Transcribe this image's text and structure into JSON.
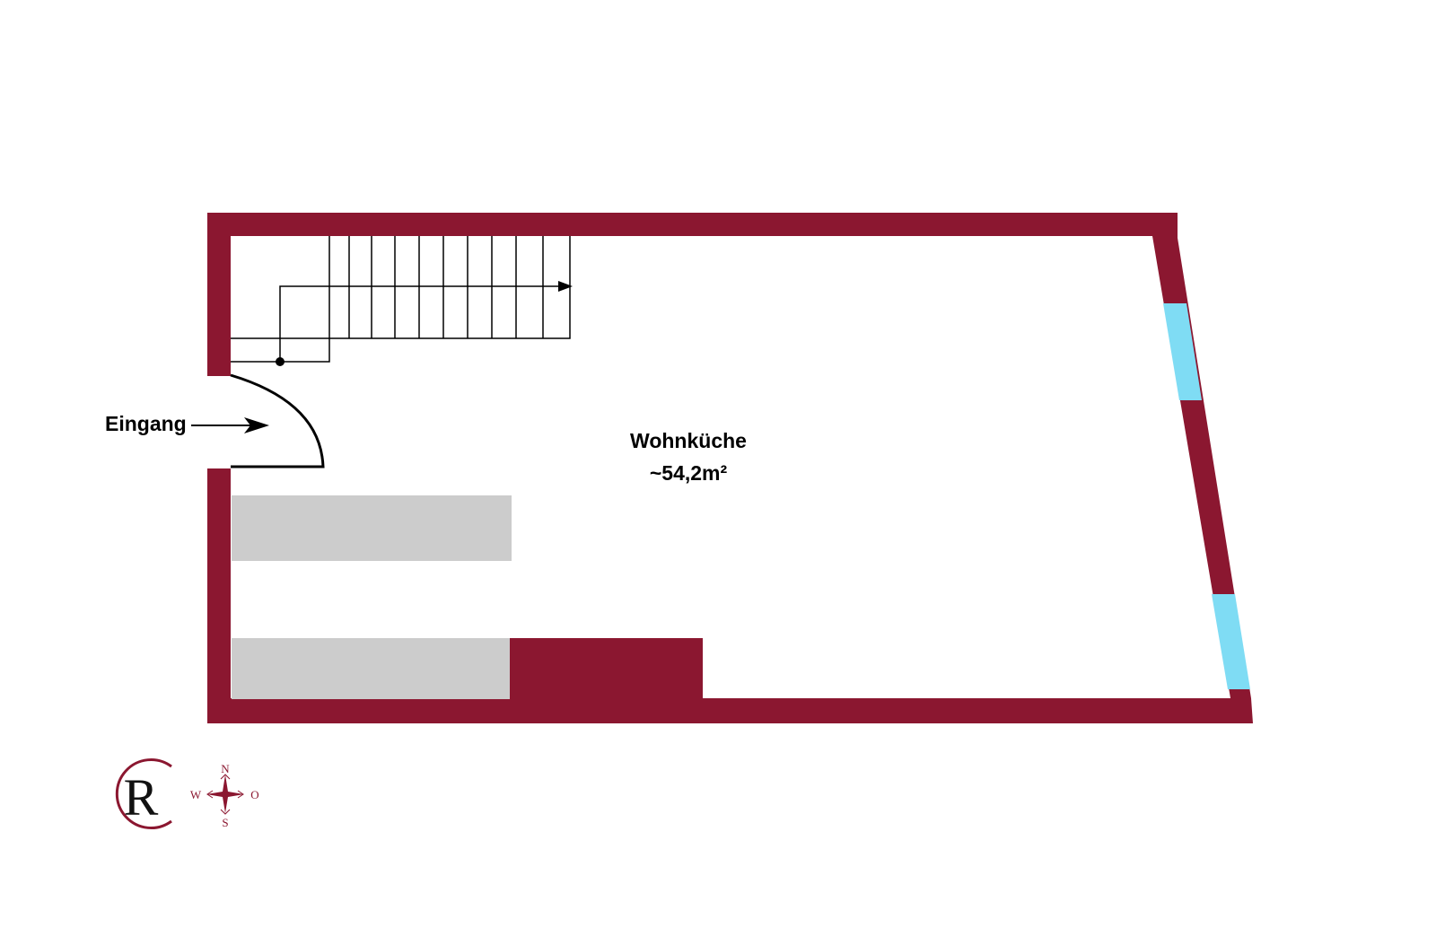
{
  "room": {
    "name": "Wohnküche",
    "area": "~54,2m²"
  },
  "entrance": {
    "label": "Eingang"
  },
  "logo": {
    "letter": "R"
  },
  "compass": {
    "north": "N",
    "south": "S",
    "west": "W",
    "east": "O"
  },
  "colors": {
    "wall": "#8b1730",
    "window": "#7fdcf4",
    "fixture": "#cccccc",
    "background": "#ffffff",
    "line": "#000000"
  }
}
